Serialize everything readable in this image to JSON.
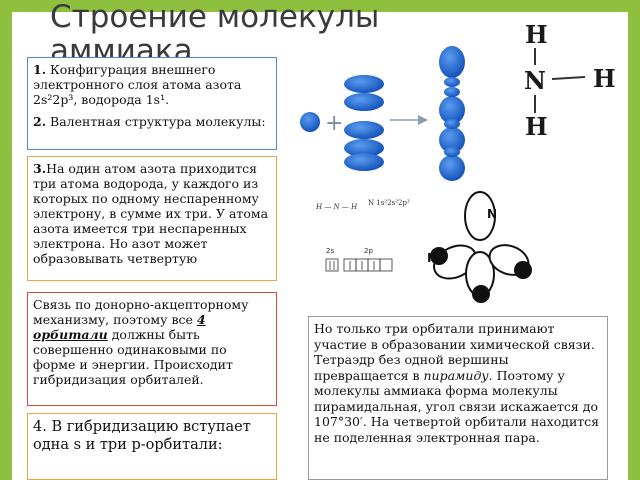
{
  "title": "Строение молекулы аммиака",
  "box1": {
    "item1_num": "1.",
    "item1_text": " Конфигурация внешнего электронного слоя атома азота 2s²2p³, водорода 1s¹.",
    "item2_num": "2.",
    "item2_text": " Валентная структура молекулы:"
  },
  "box3": {
    "num": "3.",
    "text": "На один атом азота приходится три атома водорода, у каждого из которых по одному неспаренному электрону, в сумме их три. У атома азота имеется три неспаренных электрона. Но азот может образовывать четвертую"
  },
  "box5": {
    "text_before": "Связь по донорно-акцепторному механизму, поэтому все ",
    "emphasis": "4 орбитали",
    "text_after": " должны быть совершенно одинаковыми по форме и энергии. Происходит гибридизация орбиталей."
  },
  "box4": {
    "text": "4. В гибридизацию вступает одна s и три p-орбитали:"
  },
  "box6": {
    "text_before": "Но только три орбитали принимают участие в образовании химической связи. Тетраэдр без одной вершины превращается в ",
    "italic_word": "пирамиду",
    "text_after": ". Поэтому у молекулы аммиака форма молекулы пирамидальная, угол связи искажается до 107°30′. На четвертой орбитали находится не поделенная электронная пара."
  },
  "structure": {
    "h_top": "H",
    "n": "N",
    "h_right": "H",
    "h_bottom": "H"
  },
  "orbital_diagram": {
    "plus": "+",
    "colors": {
      "orbital": "#1a5fc8",
      "orbital_light": "#4a8ae0",
      "arrow": "#8a9ab0"
    }
  },
  "small_formula": {
    "text": "H — N — H",
    "config": "N 1s²2s²2p³",
    "label_2s": "2s",
    "label_2p": "2p"
  },
  "pyramid": {
    "n": "N",
    "h": "H"
  },
  "colors": {
    "frame": "#8fbf3f",
    "box1_border": "#4a8ad0",
    "box3_border": "#f0a640",
    "box5_border": "#d44a3a",
    "box6_border": "#9a9a9a"
  }
}
